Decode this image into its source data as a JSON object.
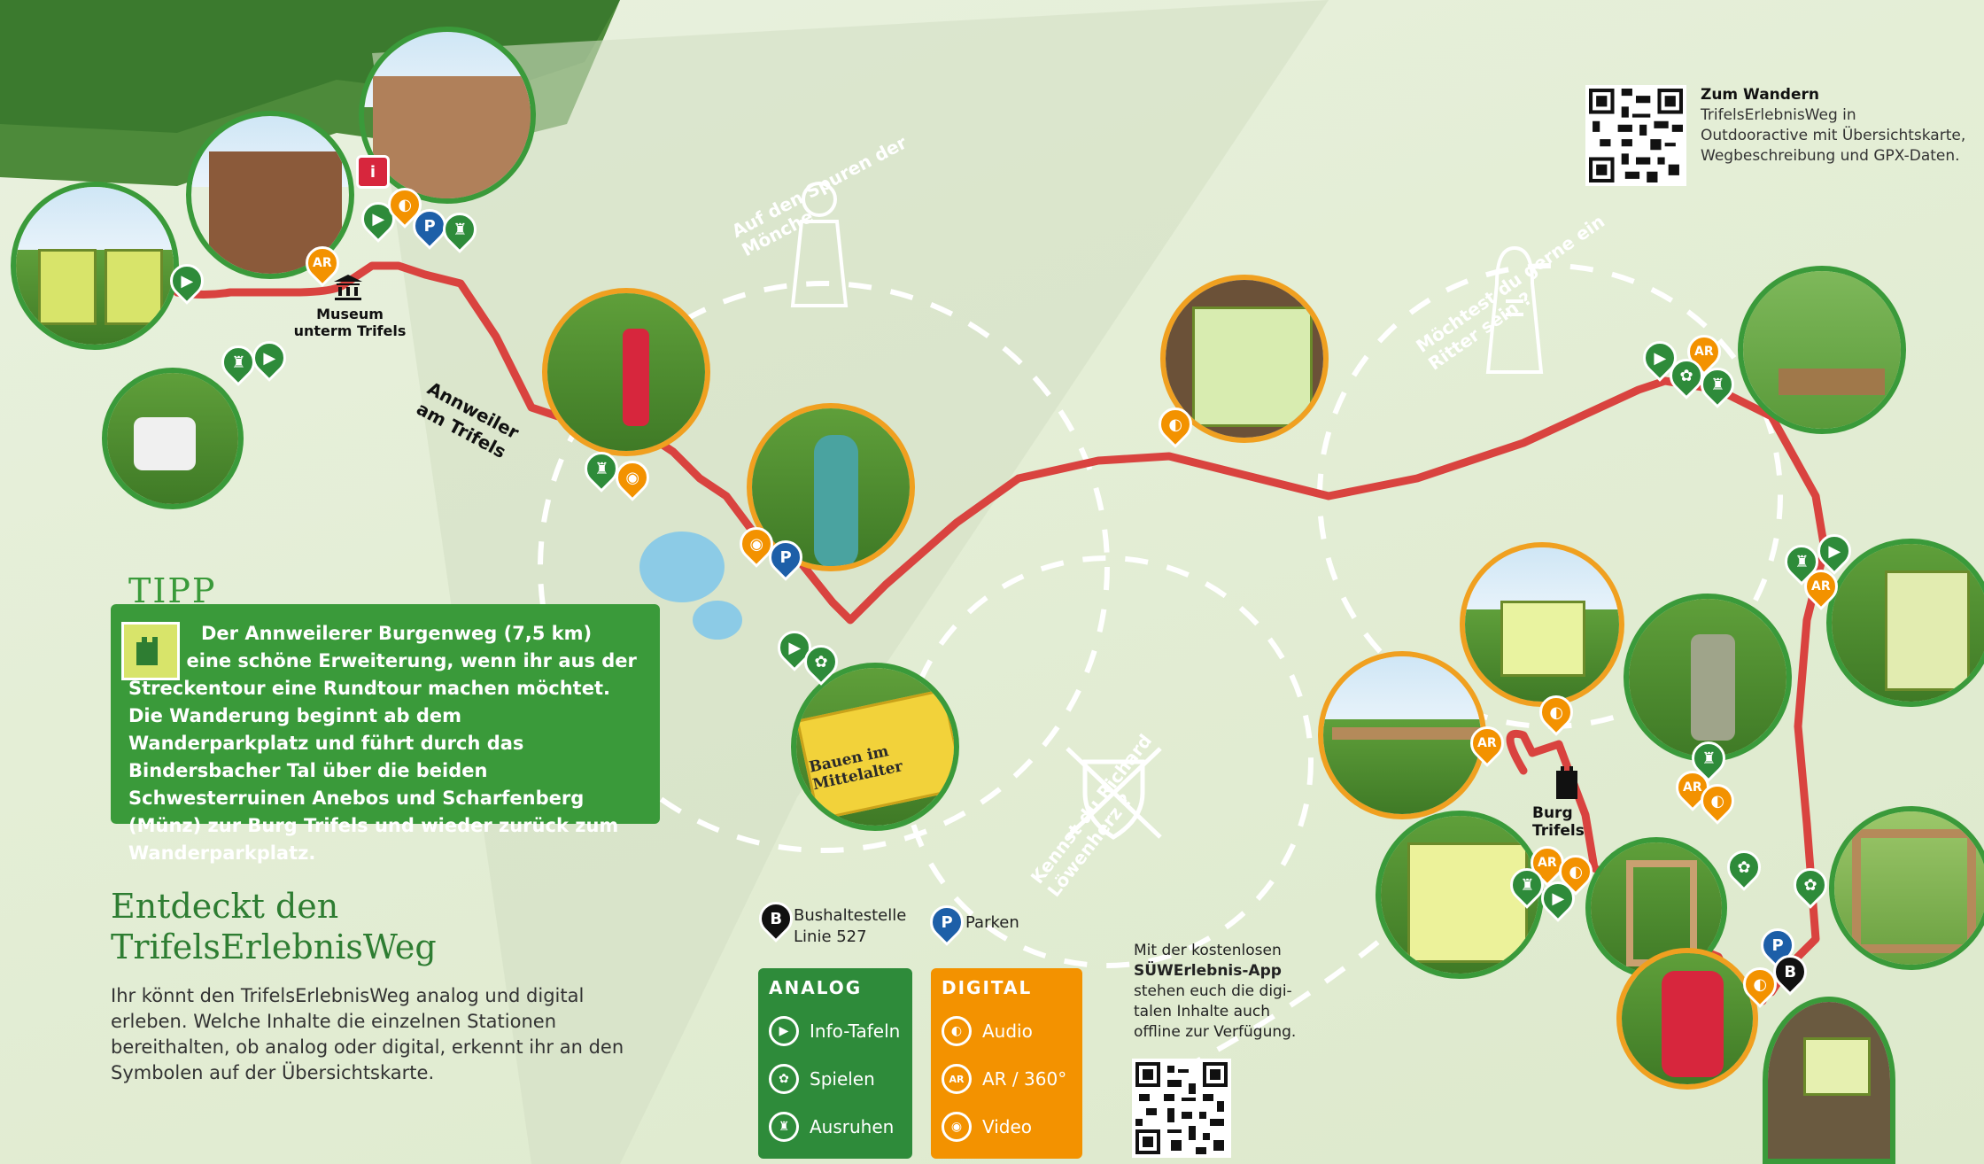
{
  "map": {
    "museum_label": "Museum\nunterm Trifels",
    "town_label": "Annweiler\nam Trifels",
    "castle_label": "Burg Trifels",
    "theme_monks": "Auf den Spuren der Mönche",
    "theme_knight": "Möchtest du gerne ein Ritter sein ?",
    "theme_richard": "Kennst du Richard Löwenherz ?",
    "sign_text": "Bauen im Mittelalter"
  },
  "tipp": {
    "title": "TIPP",
    "text": "Der Annweilerer Burgenweg (7,5 km) wäre eine schöne Erweiterung, wenn ihr aus der Streckentour eine Rundtour machen möchtet. Die Wanderung beginnt ab dem Wanderparkplatz und führt durch das Bindersbacher Tal über die beiden Schwesterruinen Anebos und Scharfenberg (Münz) zur Burg Trifels und wieder zurück zum Wanderparkplatz."
  },
  "intro": {
    "heading_line1": "Entdeckt den",
    "heading_line2": "TrifelsErlebnisWeg",
    "text": "Ihr könnt den TrifelsErlebnisWeg analog und digital erleben. Welche Inhalte die einzelnen Stationen bereithalten, ob analog oder digital, erkennt ihr an den Symbolen auf der Übersichtskarte."
  },
  "legend": {
    "bus_label": "Bushaltestelle",
    "bus_line": "Linie 527",
    "parking_label": "Parken",
    "analog": {
      "title": "ANALOG",
      "items": [
        "Info-Tafeln",
        "Spielen",
        "Ausruhen"
      ]
    },
    "digital": {
      "title": "DIGITAL",
      "items": [
        "Audio",
        "AR / 360°",
        "Video"
      ]
    }
  },
  "app_note": {
    "line1": "Mit der kostenlosen",
    "app_name": "SÜWErlebnis-App",
    "line3": "stehen euch die digi-",
    "line4": "talen Inhalte auch",
    "line5": "offline zur Verfügung."
  },
  "hiking": {
    "title": "Zum Wandern",
    "text": "TrifelsErlebnisWeg in Outdooractive mit Übersichtskarte, Wegbeschreibung und GPX-Daten."
  },
  "pins": {
    "ar": "AR",
    "parking": "P",
    "bus": "B",
    "info": "i"
  },
  "colors": {
    "route": "#d9433f",
    "green": "#3a9a3a",
    "orange": "#f39200",
    "blue": "#1d5fa8"
  }
}
